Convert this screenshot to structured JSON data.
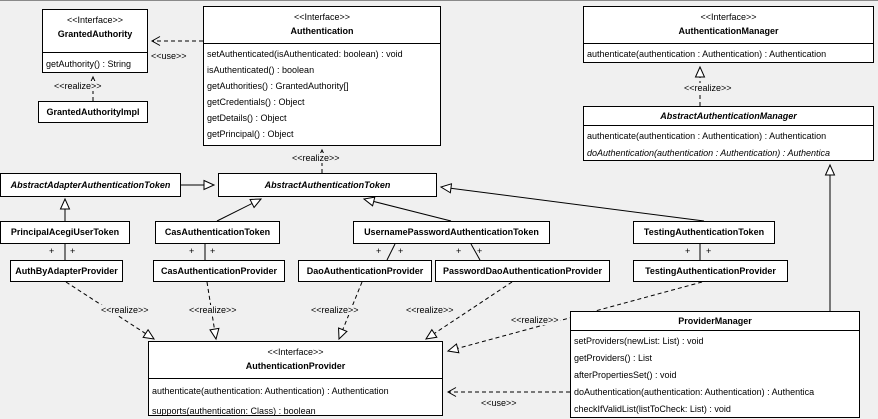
{
  "edge_labels": {
    "use": "<<use>>",
    "realize": "<<realize>>",
    "plus": "+"
  },
  "classes": {
    "granted_authority": {
      "stereotype": "<<Interface>>",
      "name": "GrantedAuthority",
      "methods": [
        "getAuthority() : String"
      ]
    },
    "granted_authority_impl": {
      "name": "GrantedAuthorityImpl"
    },
    "authentication": {
      "stereotype": "<<Interface>>",
      "name": "Authentication",
      "methods": [
        "setAuthenticated(isAuthenticated: boolean) : void",
        "isAuthenticated() : boolean",
        "getAuthorities() : GrantedAuthority[]",
        "getCredentials() : Object",
        "getDetails() : Object",
        "getPrincipal() : Object"
      ]
    },
    "authentication_manager": {
      "stereotype": "<<Interface>>",
      "name": "AuthenticationManager",
      "methods": [
        "authenticate(authentication : Authentication) : Authentication"
      ]
    },
    "abstract_authentication_manager": {
      "name": "AbstractAuthenticationManager",
      "methods": [
        "authenticate(authentication : Authentication) : Authentication",
        "doAuthentication(authentication : Authentication) : Authentica"
      ]
    },
    "abstract_adapter_authentication_token": {
      "name": "AbstractAdapterAuthenticationToken"
    },
    "abstract_authentication_token": {
      "name": "AbstractAuthenticationToken"
    },
    "principal_acegi_user_token": {
      "name": "PrincipalAcegiUserToken"
    },
    "cas_authentication_token": {
      "name": "CasAuthenticationToken"
    },
    "username_password_authentication_token": {
      "name": "UsernamePasswordAuthenticationToken"
    },
    "testing_authentication_token": {
      "name": "TestingAuthenticationToken"
    },
    "auth_by_adapter_provider": {
      "name": "AuthByAdapterProvider"
    },
    "cas_authentication_provider": {
      "name": "CasAuthenticationProvider"
    },
    "dao_authentication_provider": {
      "name": "DaoAuthenticationProvider"
    },
    "password_dao_authentication_provider": {
      "name": "PasswordDaoAuthenticationProvider"
    },
    "testing_authentication_provider": {
      "name": "TestingAuthenticationProvider"
    },
    "provider_manager": {
      "name": "ProviderManager",
      "methods": [
        "setProviders(newList: List) : void",
        "getProviders() : List",
        "afterPropertiesSet() : void",
        "doAuthentication(authentication: Authentication) : Authentica",
        "checkIfValidList(listToCheck: List) : void"
      ]
    },
    "authentication_provider": {
      "stereotype": "<<Interface>>",
      "name": "AuthenticationProvider",
      "methods": [
        "authenticate(authentication: Authentication) : Authentication",
        "supports(authentication: Class) : boolean"
      ]
    }
  }
}
